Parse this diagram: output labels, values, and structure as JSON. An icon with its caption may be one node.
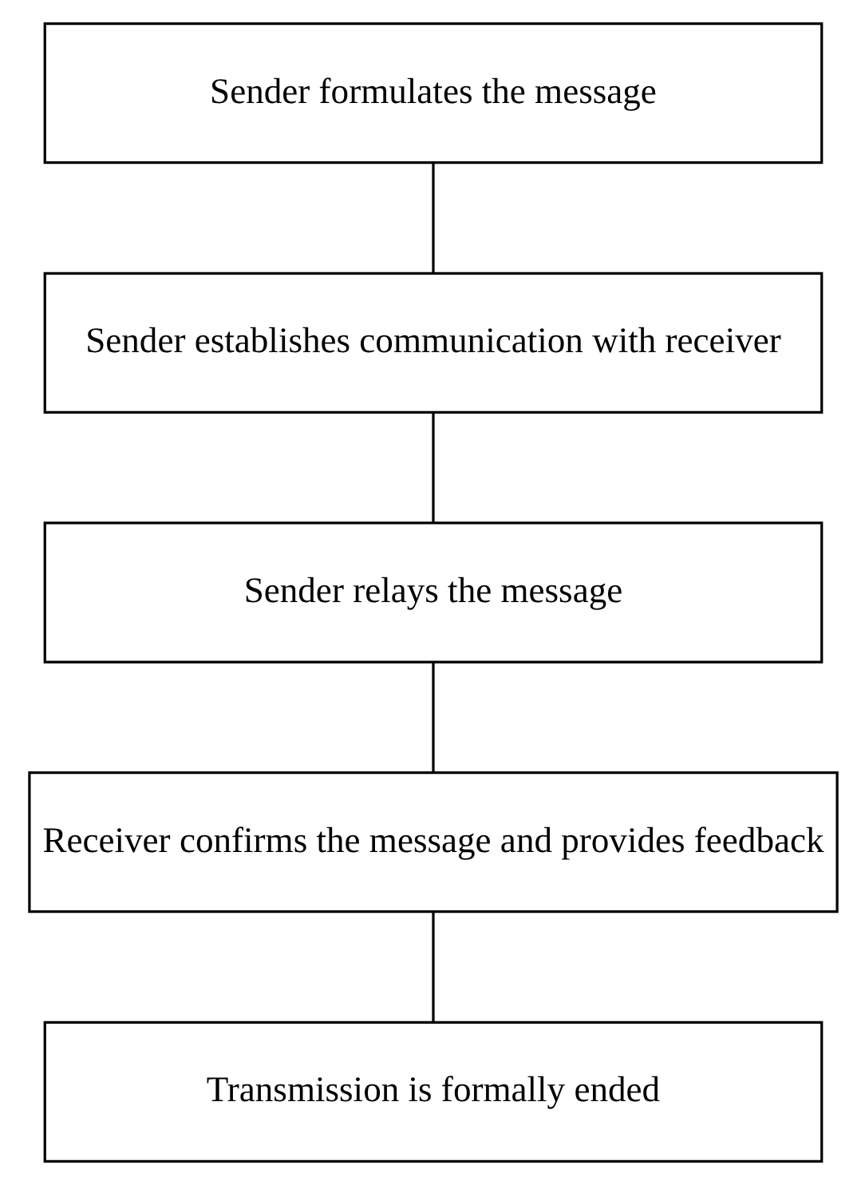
{
  "diagram": {
    "nodes": [
      {
        "text": [
          "Sender formulates the message"
        ]
      },
      {
        "text": [
          "Sender establishes communication with receiver"
        ]
      },
      {
        "text": [
          "Sender relays the message"
        ]
      },
      {
        "text": [
          "Receiver confirms the message and provides feedback"
        ]
      },
      {
        "text": [
          "Transmission is formally ended"
        ]
      }
    ],
    "edges": [
      {
        "from": 0,
        "to": 1,
        "arrow": "none"
      },
      {
        "from": 1,
        "to": 2,
        "arrow": "none"
      },
      {
        "from": 2,
        "to": 3,
        "arrow": "none"
      },
      {
        "from": 3,
        "to": 4,
        "arrow": "none"
      }
    ]
  }
}
